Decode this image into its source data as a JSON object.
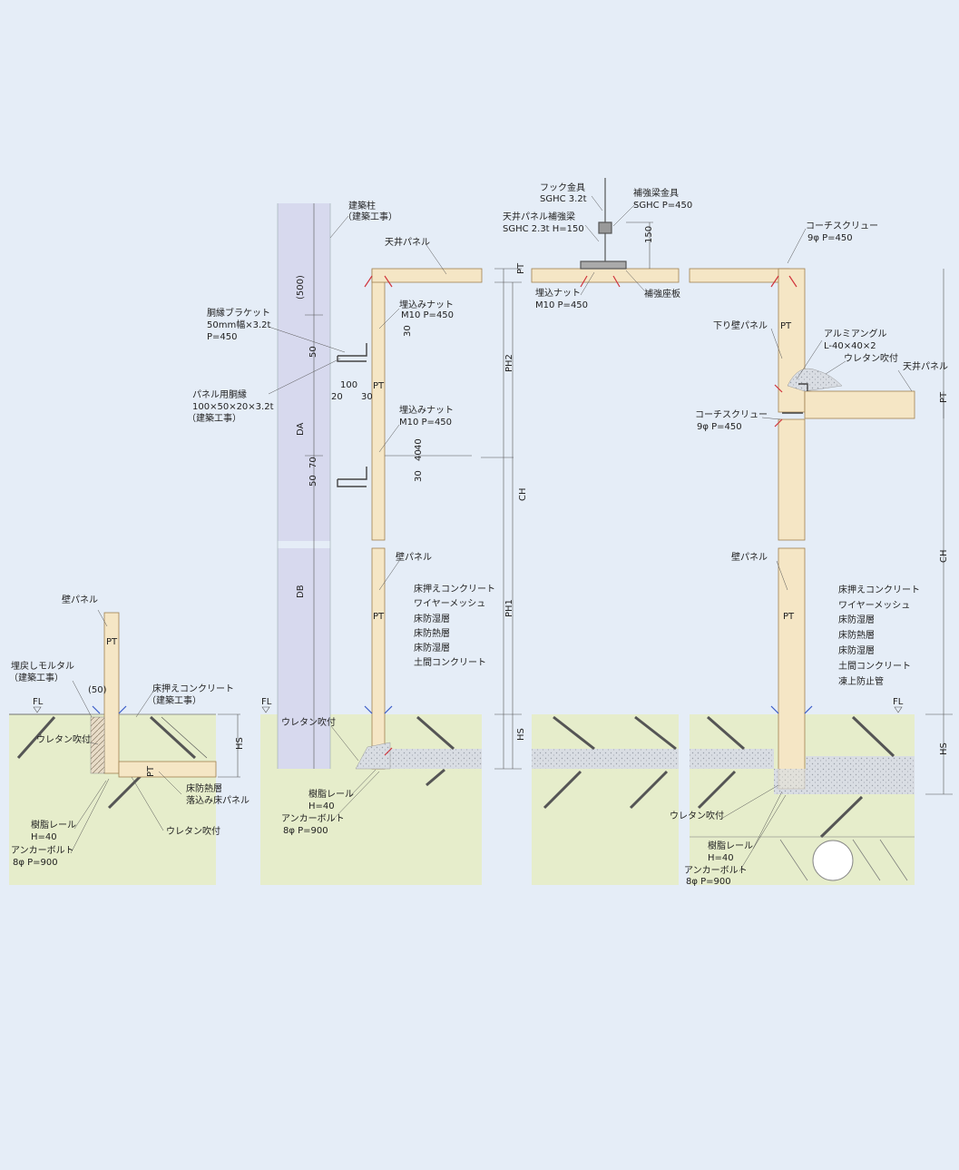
{
  "colors": {
    "background": "#e5edf7",
    "panel": "#f5e6c5",
    "panel_edge": "#a08050",
    "soil": "#e6edcb",
    "column": "#d7d9ee",
    "concrete_hatch": "#c8cbd3",
    "anchor_marker": "#d0343c",
    "screw_marker": "#3a5cc8"
  },
  "labels": {
    "building_column": "建築柱",
    "building_column_note": "（建築工事）",
    "ceiling_panel_1": "天井パネル",
    "bracket": "胴縁ブラケット",
    "bracket_spec": "50mm幅×3.2t",
    "bracket_pitch": "P=450",
    "embedded_nut_1": "埋込みナット",
    "embedded_nut_1_spec": "M10 P=450",
    "panel_furring": "パネル用胴縁",
    "panel_furring_spec": "100×50×20×3.2t",
    "panel_furring_note": "（建築工事）",
    "embedded_nut_2": "埋込みナット",
    "embedded_nut_2_spec": "M10 P=450",
    "wall_panel_mid": "壁パネル",
    "floor_layers_mid": [
      "床押えコンクリート",
      "ワイヤーメッシュ",
      "床防湿層",
      "床防熱層",
      "床防湿層",
      "土間コンクリート"
    ],
    "urethan_mid": "ウレタン吹付",
    "resin_rail_mid": "樹脂レール",
    "resin_rail_mid_h": "H=40",
    "anchor_bolt_mid": "アンカーボルト",
    "anchor_bolt_mid_spec": "8φ P=900",
    "wall_panel_left": "壁パネル",
    "mortar": "埋戻しモルタル",
    "mortar_note": "（建築工事）",
    "urethan_left": "ウレタン吹付",
    "resin_rail_left": "樹脂レール",
    "resin_rail_left_h": "H=40",
    "anchor_bolt_left": "アンカーボルト",
    "anchor_bolt_left_spec": "8φ P=900",
    "floor_concrete_left": "床押えコンクリート",
    "floor_concrete_left_note": "（建築工事）",
    "floor_insulation": "床防熱層",
    "recessed_floor_panel": "落込み床パネル",
    "urethan_left_2": "ウレタン吹付",
    "hook": "フック金具",
    "hook_spec": "SGHC 3.2t",
    "reinforce_hardware": "補強梁金具",
    "reinforce_hardware_spec": "SGHC P=450",
    "ceiling_reinforce": "天井パネル補強梁",
    "ceiling_reinforce_spec": "SGHC 2.3t H=150",
    "embedded_nut_3": "埋込ナット",
    "embedded_nut_3_spec": "M10 P=450",
    "reinforce_plate": "補強座板",
    "coach_screw_1": "コーチスクリュー",
    "coach_screw_1_spec": "9φ P=450",
    "hanging_wall": "下り壁パネル",
    "alum_angle": "アルミアングル",
    "alum_angle_spec": "L-40×40×2",
    "urethan_right_top": "ウレタン吹付",
    "ceiling_panel_2": "天井パネル",
    "coach_screw_2": "コーチスクリュー",
    "coach_screw_2_spec": "9φ P=450",
    "wall_panel_right": "壁パネル",
    "floor_layers_right": [
      "床押えコンクリート",
      "ワイヤーメッシュ",
      "床防湿層",
      "床防熱層",
      "床防湿層",
      "土間コンクリート",
      "凍上防止管"
    ],
    "urethan_right": "ウレタン吹付",
    "resin_rail_right": "樹脂レール",
    "resin_rail_right_h": "H=40",
    "anchor_bolt_right": "アンカーボルト",
    "anchor_bolt_right_spec": "8φ P=900"
  },
  "dimensions": {
    "pt": "PT",
    "fl": "FL",
    "hs": "HS",
    "ch": "CH",
    "ph1": "PH1",
    "ph2": "PH2",
    "da": "DA",
    "db": "DB",
    "d500": "(500)",
    "d50": "50",
    "d70": "70",
    "d100": "100",
    "d20": "20",
    "d30": "30",
    "d40": "40",
    "d150": "150",
    "d50p": "(50)"
  }
}
